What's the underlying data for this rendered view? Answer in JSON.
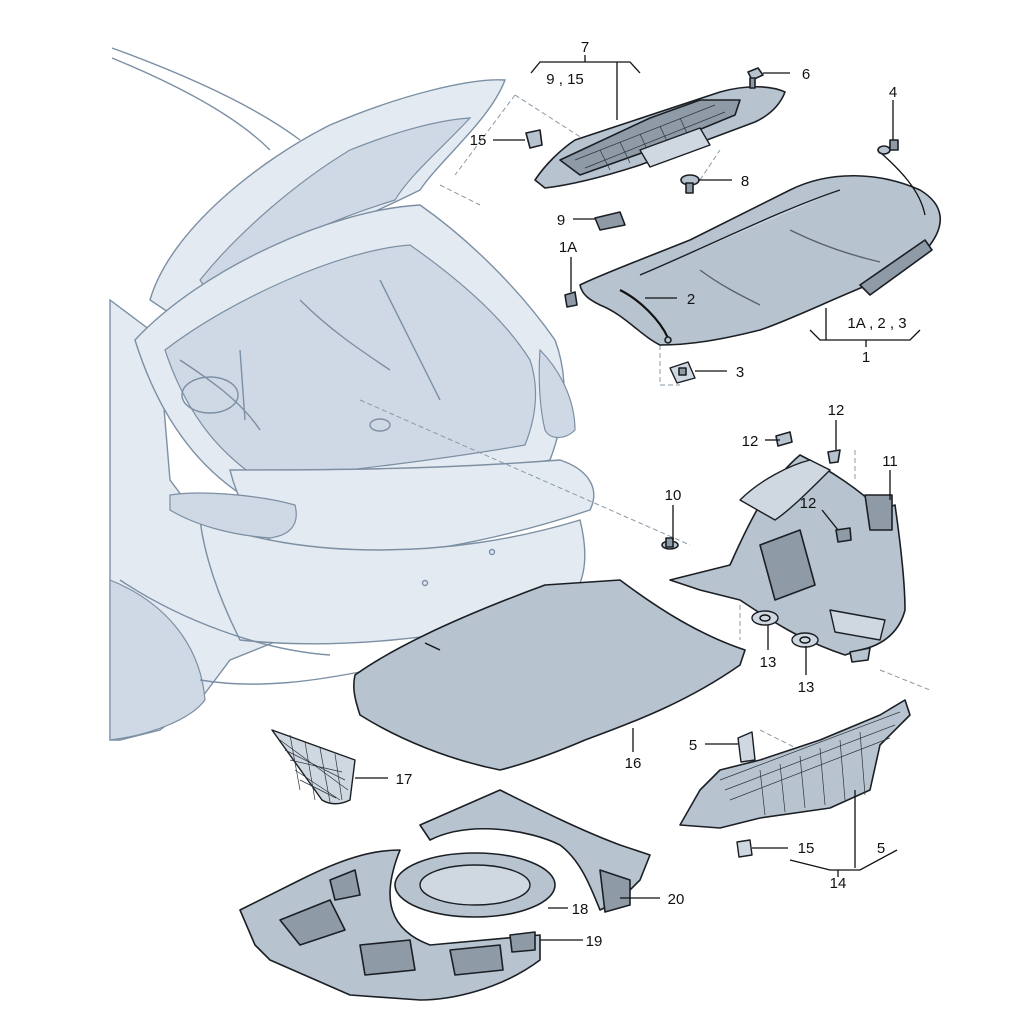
{
  "diagram": {
    "labels": [
      {
        "id": "7",
        "text": "7"
      },
      {
        "id": "9_15",
        "text": "9 , 15"
      },
      {
        "id": "6",
        "text": "6"
      },
      {
        "id": "15_top",
        "text": "15"
      },
      {
        "id": "4",
        "text": "4"
      },
      {
        "id": "8",
        "text": "8"
      },
      {
        "id": "9",
        "text": "9"
      },
      {
        "id": "1A_top",
        "text": "1A"
      },
      {
        "id": "2",
        "text": "2"
      },
      {
        "id": "1A_2_3",
        "text": "1A , 2 , 3"
      },
      {
        "id": "1",
        "text": "1"
      },
      {
        "id": "3",
        "text": "3"
      },
      {
        "id": "12_a",
        "text": "12"
      },
      {
        "id": "12_b",
        "text": "12"
      },
      {
        "id": "11",
        "text": "11"
      },
      {
        "id": "10",
        "text": "10"
      },
      {
        "id": "12_c",
        "text": "12"
      },
      {
        "id": "13_a",
        "text": "13"
      },
      {
        "id": "13_b",
        "text": "13"
      },
      {
        "id": "5_top",
        "text": "5"
      },
      {
        "id": "17",
        "text": "17"
      },
      {
        "id": "16",
        "text": "16"
      },
      {
        "id": "15_bot",
        "text": "15"
      },
      {
        "id": "5_bot",
        "text": "5"
      },
      {
        "id": "14",
        "text": "14"
      },
      {
        "id": "20",
        "text": "20"
      },
      {
        "id": "18",
        "text": "18"
      },
      {
        "id": "19",
        "text": "19"
      }
    ]
  }
}
